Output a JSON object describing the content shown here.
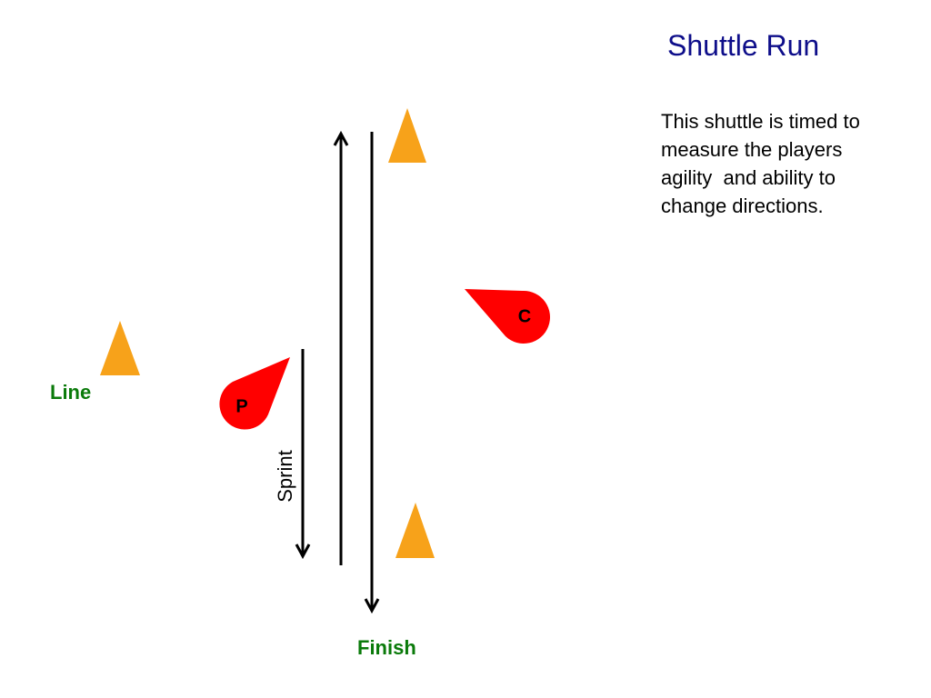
{
  "title": "Shuttle Run",
  "description": "This shuttle is timed to measure the players agility  and ability to change directions.",
  "labels": {
    "line": "Line",
    "finish": "Finish",
    "sprint": "Sprint"
  },
  "markers": {
    "player": "P",
    "coach": "C"
  },
  "colors": {
    "title": "#0e0e8a",
    "label": "#0a7a0a",
    "cone": "#f7a21a",
    "marker": "#ff0000",
    "arrow": "#000000"
  },
  "icons": {
    "cone": "cone-icon",
    "marker": "teardrop-marker-icon",
    "arrow": "arrow-icon"
  }
}
